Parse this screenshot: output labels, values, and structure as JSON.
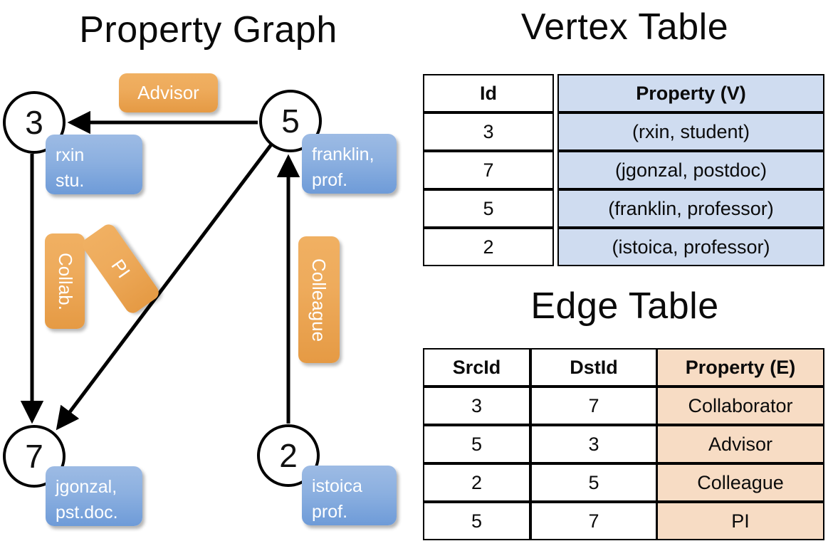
{
  "titles": {
    "property_graph": "Property Graph",
    "vertex_table": "Vertex Table",
    "edge_table": "Edge Table"
  },
  "graph": {
    "nodes": [
      {
        "id": "3",
        "property_label": "rxin\nstu."
      },
      {
        "id": "5",
        "property_label": "franklin,\nprof."
      },
      {
        "id": "7",
        "property_label": "jgonzal,\npst.doc."
      },
      {
        "id": "2",
        "property_label": "istoica\nprof."
      }
    ],
    "node_labels": {
      "n3": "3",
      "n5": "5",
      "n7": "7",
      "n2": "2"
    },
    "property_boxes": {
      "rxin_line1": "rxin",
      "rxin_line2": "stu.",
      "franklin_line1": "franklin,",
      "franklin_line2": "prof.",
      "jgonzal_line1": "jgonzal,",
      "jgonzal_line2": "pst.doc.",
      "istoica_line1": "istoica",
      "istoica_line2": "prof."
    },
    "edge_labels": {
      "advisor": "Advisor",
      "collab": "Collab.",
      "pi": "PI",
      "colleague": "Colleague"
    },
    "edges": [
      {
        "from": "5",
        "to": "3",
        "label": "Advisor"
      },
      {
        "from": "3",
        "to": "7",
        "label": "Collab."
      },
      {
        "from": "5",
        "to": "7",
        "label": "PI"
      },
      {
        "from": "2",
        "to": "5",
        "label": "Colleague"
      }
    ]
  },
  "vertex_table": {
    "headers": [
      "Id",
      "Property (V)"
    ],
    "rows": [
      {
        "id": "3",
        "property": "(rxin, student)"
      },
      {
        "id": "7",
        "property": "(jgonzal, postdoc)"
      },
      {
        "id": "5",
        "property": "(franklin, professor)"
      },
      {
        "id": "2",
        "property": "(istoica, professor)"
      }
    ]
  },
  "edge_table": {
    "headers": [
      "SrcId",
      "DstId",
      "Property (E)"
    ],
    "rows": [
      {
        "src": "3",
        "dst": "7",
        "property": "Collaborator"
      },
      {
        "src": "5",
        "dst": "3",
        "property": "Advisor"
      },
      {
        "src": "2",
        "dst": "5",
        "property": "Colleague"
      },
      {
        "src": "5",
        "dst": "7",
        "property": "PI"
      }
    ]
  },
  "colors": {
    "vertex_property_fill": "#cfdcf0",
    "edge_property_fill": "#f7dcc4",
    "node_property_box": "#8cb0e0",
    "edge_label_box": "#eeab5c",
    "stroke": "#000000",
    "background": "#ffffff"
  }
}
